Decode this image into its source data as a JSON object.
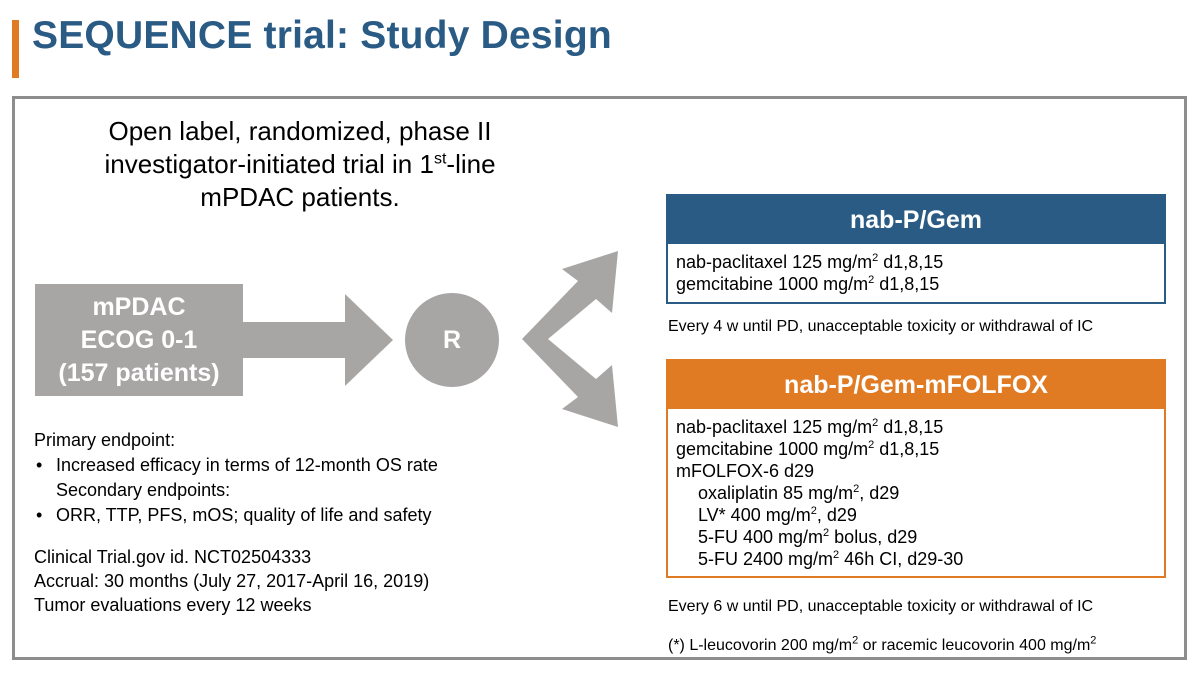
{
  "slide": {
    "title": "SEQUENCE trial: Study Design"
  },
  "intro": {
    "line1": "Open label, randomized, phase II",
    "line2_pre": "investigator-initiated trial in 1",
    "line2_sup": "st",
    "line2_post": "-line",
    "line3": "mPDAC patients."
  },
  "population": {
    "line1": "mPDAC",
    "line2": "ECOG 0-1",
    "line3": "(157 patients)"
  },
  "randomization": {
    "label": "R"
  },
  "endpoints": {
    "primary_heading": "Primary endpoint:",
    "primary_item": "Increased efficacy in terms of 12-month OS rate",
    "secondary_heading": "Secondary endpoints:",
    "secondary_item": "ORR, TTP, PFS, mOS; quality of life and safety",
    "bullet": "•"
  },
  "trial_info": {
    "registry": "Clinical Trial.gov id. NCT02504333",
    "accrual": "Accrual: 30 months (July 27, 2017-April 16, 2019)",
    "evaluations": "Tumor evaluations every 12 weeks"
  },
  "arm1": {
    "name": "nab-P/Gem",
    "drug1_pre": "nab-paclitaxel 125 mg/m",
    "drug1_sup": "2",
    "drug1_post": " d1,8,15",
    "drug2_pre": "gemcitabine 1000 mg/m",
    "drug2_sup": "2",
    "drug2_post": " d1,8,15",
    "schedule": "Every 4 w until PD, unacceptable toxicity or withdrawal of IC"
  },
  "arm2": {
    "name": "nab-P/Gem-mFOLFOX",
    "drug1_pre": "nab-paclitaxel 125 mg/m",
    "drug1_sup": "2",
    "drug1_post": " d1,8,15",
    "drug2_pre": "gemcitabine 1000 mg/m",
    "drug2_sup": "2",
    "drug2_post": " d1,8,15",
    "regimen": "mFOLFOX-6 d29",
    "oxa_pre": "oxaliplatin 85 mg/m",
    "oxa_sup": "2",
    "oxa_post": ", d29",
    "lv_pre": "LV* 400 mg/m",
    "lv_sup": "2",
    "lv_post": ", d29",
    "fu1_pre": "5-FU 400 mg/m",
    "fu1_sup": "2",
    "fu1_post": " bolus, d29",
    "fu2_pre": "5-FU 2400 mg/m",
    "fu2_sup": "2",
    "fu2_post": " 46h CI, d29-30",
    "schedule": "Every 6 w until PD, unacceptable toxicity or withdrawal of IC"
  },
  "footnote": {
    "text_pre": "(*) L-leucovorin 200 mg/m",
    "sup1": "2",
    "text_mid": " or racemic leucovorin 400 mg/m",
    "sup2": "2"
  },
  "colors": {
    "title": "#2a5b85",
    "accent": "#e07b24",
    "arm1": "#2a5b85",
    "arm2": "#e07b24",
    "diagram_gray": "#a8a5a5",
    "frame": "#8d8d8d"
  }
}
